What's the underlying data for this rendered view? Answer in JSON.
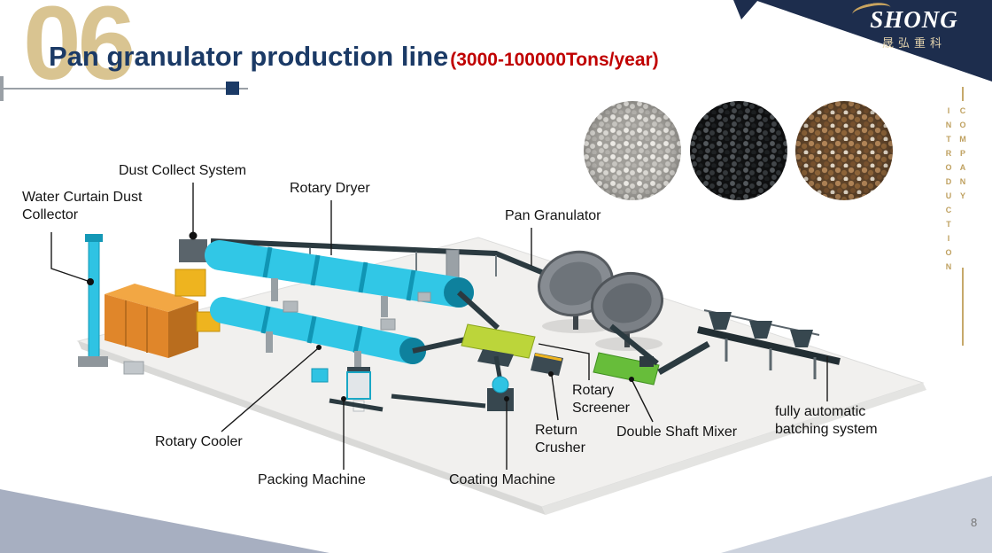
{
  "header": {
    "section_number": "06",
    "title": "Pan granulator production line",
    "subtitle": "(3000-100000Tons/year)"
  },
  "logo": {
    "brand": "SHONG",
    "brand_cn": "晟弘重科"
  },
  "sidebar": {
    "line1": "COMPANY",
    "line2": "INTRODUCTION"
  },
  "samples": [
    {
      "name": "light-gray-granules"
    },
    {
      "name": "black-granules"
    },
    {
      "name": "brown-granules"
    }
  ],
  "diagram": {
    "labels": {
      "dust_collect_system": "Dust Collect System",
      "water_curtain_dust_collector": "Water Curtain Dust Collector",
      "rotary_dryer": "Rotary Dryer",
      "pan_granulator": "Pan Granulator",
      "rotary_screener": "Rotary Screener",
      "return_crusher": "Return Crusher",
      "double_shaft_mixer": "Double Shaft Mixer",
      "batching_system": "fully automatic batching system",
      "rotary_cooler": "Rotary Cooler",
      "packing_machine": "Packing Machine",
      "coating_machine": "Coating Machine"
    }
  },
  "footer": {
    "page_number": "8"
  },
  "colors": {
    "title_blue": "#1b3a66",
    "subtitle_red": "#c00000",
    "accent_gold": "#c6a96b",
    "banner_navy": "#1d2d4d",
    "machine_cyan": "#2fc3e3"
  }
}
